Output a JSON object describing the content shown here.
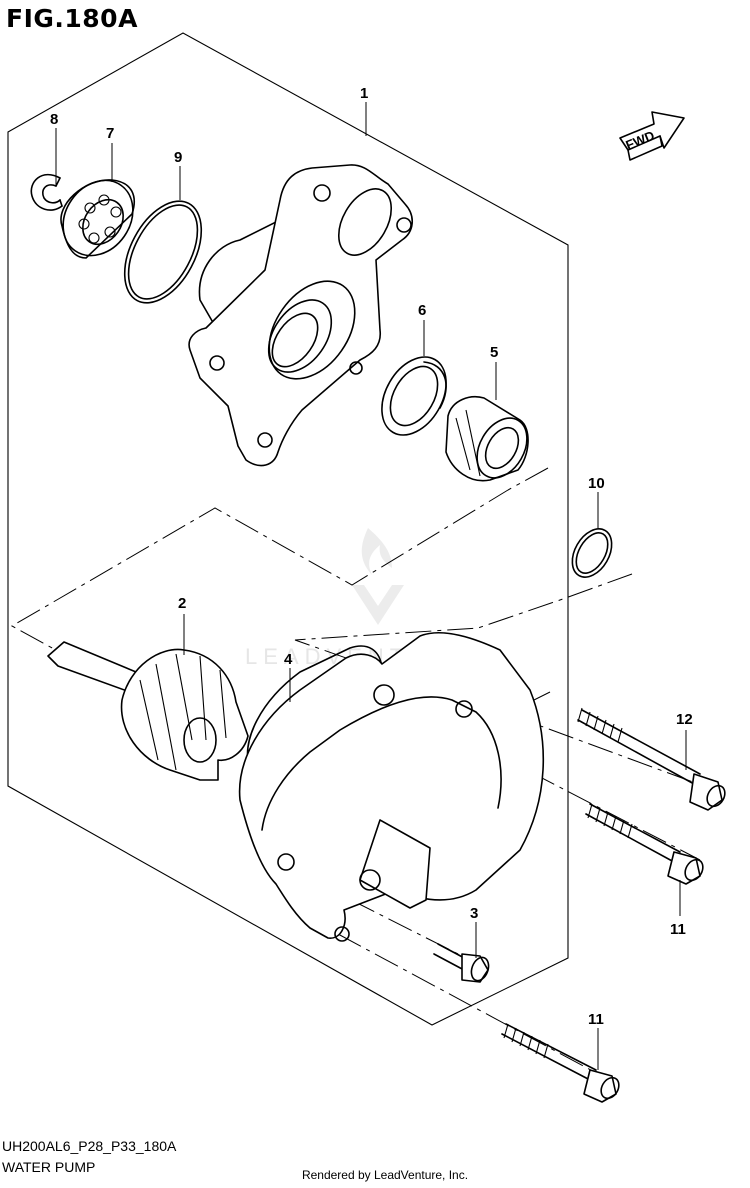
{
  "figure": {
    "title": "FIG.180A"
  },
  "direction_label": "FWD",
  "watermark": "LEADVENTURE",
  "callouts": {
    "c1": "1",
    "c2": "2",
    "c3": "3",
    "c4": "4",
    "c5": "5",
    "c6": "6",
    "c7": "7",
    "c8": "8",
    "c9": "9",
    "c10": "10",
    "c11a": "11",
    "c11b": "11",
    "c12": "12"
  },
  "diagram_code": "UH200AL6_P28_P33_180A",
  "diagram_name": "WATER PUMP",
  "footer": "Rendered by LeadVenture, Inc.",
  "colors": {
    "ink": "#000000",
    "background": "#ffffff",
    "watermark": "#e6e6e6"
  }
}
